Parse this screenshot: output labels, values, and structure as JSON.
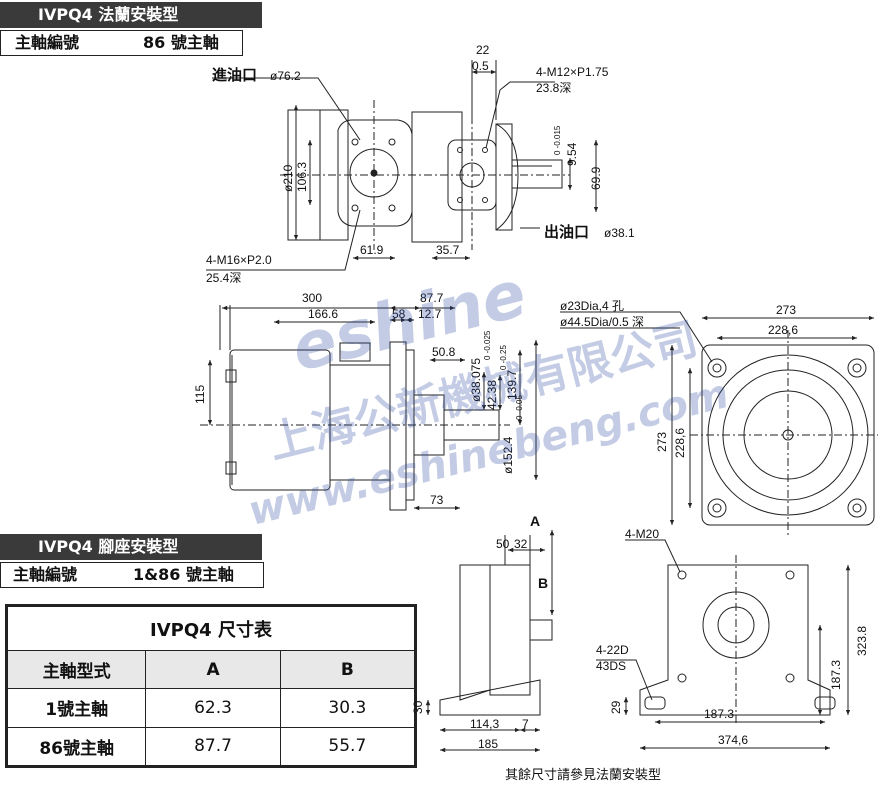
{
  "flange": {
    "title": "IVPQ4 法蘭安裝型",
    "shaft_label": "主軸編號",
    "shaft_no": "86 號主軸"
  },
  "foot": {
    "title": "IVPQ4 腳座安裝型",
    "shaft_label": "主軸編號",
    "shaft_no": "1&86 號主軸"
  },
  "table": {
    "caption": "IVPQ4 尺寸表",
    "headers": [
      "主軸型式",
      "A",
      "B"
    ],
    "rows": [
      [
        "1號主軸",
        "62.3",
        "30.3"
      ],
      [
        "86號主軸",
        "87.7",
        "55.7"
      ]
    ]
  },
  "footnote": "其餘尺寸請參見法蘭安裝型",
  "watermark": {
    "logo": "eshine",
    "company": "上海公新機械有限公司",
    "url": "www.eshinebeng.com"
  },
  "labels": {
    "inlet": "進油口",
    "inlet_dia": "ø76.2",
    "outlet": "出油口",
    "outlet_dia": "ø38.1",
    "top_bolt": "4-M12×P1.75",
    "top_bolt_depth": "23.8深",
    "bot_bolt": "4-M16×P2.0",
    "bot_bolt_depth": "25.4深",
    "d22": "22",
    "d05": "0.5",
    "d210": "ø210",
    "d1063": "106.3",
    "d619": "61.9",
    "d357": "35.7",
    "d954": "9.54",
    "d954_tol": "0 -0.015",
    "d699": "69.9",
    "d300": "300",
    "d1666": "166.6",
    "d877": "87.7",
    "d58": "58",
    "d127": "12.7",
    "d508": "50.8",
    "d115": "115",
    "d38075": "ø38.075",
    "d38075_tol": "0 -0.025",
    "d4238": "42.38",
    "d4238_tol": "0 -0.25",
    "d1397": "139.7",
    "d1524": "ø152.4",
    "d1524_tol": "0 -0.05",
    "d73": "73",
    "hole1": "ø23Dia,4 孔",
    "hole2": "ø44.5Dia/0.5 深",
    "d273": "273",
    "d2286": "228,6",
    "A": "A",
    "B": "B",
    "d50": "50",
    "d32": "32",
    "d30": "30",
    "d1143": "114,3",
    "d7": "7",
    "d185": "185",
    "m20": "4-M20",
    "d22d": "4-22D",
    "d43ds": "43DS",
    "d29": "29",
    "d1873": "187.3",
    "d3746": "374,6",
    "d3238": "323.8",
    "d1873v": "187.3"
  }
}
